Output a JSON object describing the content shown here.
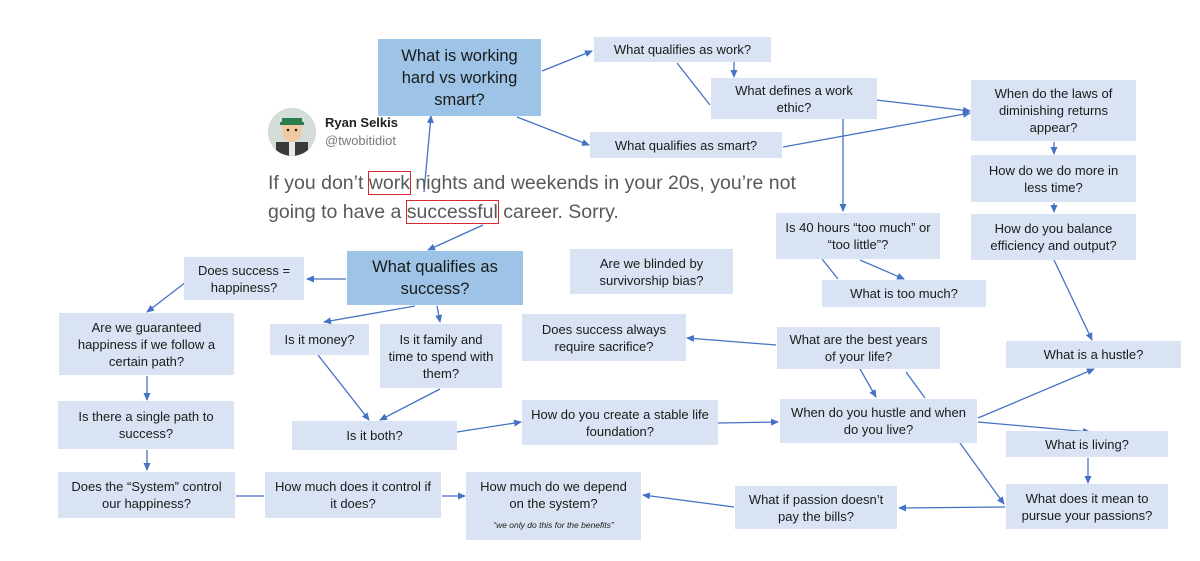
{
  "tweet": {
    "name": "Ryan Selkis",
    "handle": "@twobitidiot",
    "text_before_work": "If you don’t ",
    "highlight_work": "work",
    "text_after_work": " nights and weekends in your 20s, you’re not going to have a ",
    "highlight_success": "successful",
    "text_end": " career. Sorry."
  },
  "nodes": {
    "hard_vs_smart": "What is working hard vs working smart?",
    "qualifies_work": "What qualifies as work?",
    "work_ethic": "What defines a work ethic?",
    "qualifies_smart": "What qualifies as smart?",
    "diminishing": "When do the laws of diminishing returns appear?",
    "more_less_time": "How do we do more in less time?",
    "balance": "How do you balance efficiency and output?",
    "forty_hours": "Is 40 hours “too much” or “too little”?",
    "too_much": "What is too much?",
    "success_qual": "What qualifies as success?",
    "success_happiness": "Does success = happiness?",
    "guaranteed": "Are we guaranteed happiness if we follow a certain path?",
    "single_path": "Is there a single path to success?",
    "system_control": "Does the “System” control our happiness?",
    "money": "Is it money?",
    "family": "Is it family and time to spend with them?",
    "both": "Is it both?",
    "how_much_control": "How much does it control if it does?",
    "depend_system": "How much do we depend on the system?",
    "depend_note": "“we only do this for the benefits”",
    "survivorship": "Are we blinded by survivorship bias?",
    "sacrifice": "Does success always require sacrifice?",
    "stable": "How do you create a stable life foundation?",
    "best_years": "What are the best years of your life?",
    "hustle_live": "When do you hustle and when do you live?",
    "what_hustle": "What is a hustle?",
    "what_living": "What is living?",
    "passions": "What does it mean to pursue your passions?",
    "passion_bills": "What if passion doesn’t pay the bills?"
  },
  "colors": {
    "node": "#dae3f3",
    "node_main": "#9dc3e6",
    "arrow": "#4472c4",
    "highlight": "#d9272e"
  }
}
